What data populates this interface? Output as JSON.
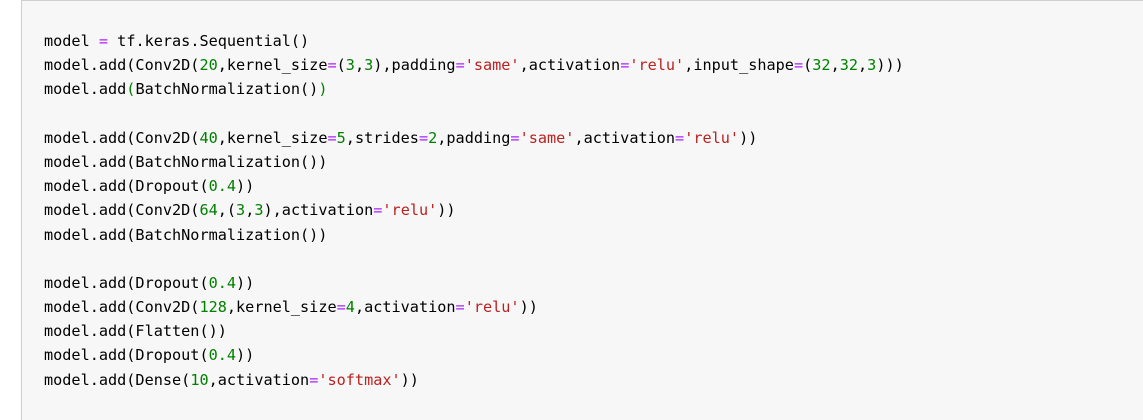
{
  "code_cell": {
    "lines": [
      [
        [
          "plain",
          "model "
        ],
        [
          "op",
          "="
        ],
        [
          "plain",
          " tf.keras.Sequential()"
        ]
      ],
      [
        [
          "plain",
          "model.add(Conv2D("
        ],
        [
          "num",
          "20"
        ],
        [
          "plain",
          ",kernel_size"
        ],
        [
          "op",
          "="
        ],
        [
          "plain",
          "("
        ],
        [
          "num",
          "3"
        ],
        [
          "plain",
          ","
        ],
        [
          "num",
          "3"
        ],
        [
          "plain",
          "),padding"
        ],
        [
          "op",
          "="
        ],
        [
          "str",
          "'same'"
        ],
        [
          "plain",
          ",activation"
        ],
        [
          "op",
          "="
        ],
        [
          "str",
          "'relu'"
        ],
        [
          "plain",
          ",input_shape"
        ],
        [
          "op",
          "="
        ],
        [
          "plain",
          "("
        ],
        [
          "num",
          "32"
        ],
        [
          "plain",
          ","
        ],
        [
          "num",
          "32"
        ],
        [
          "plain",
          ","
        ],
        [
          "num",
          "3"
        ],
        [
          "plain",
          ")))"
        ]
      ],
      [
        [
          "plain",
          "model.add"
        ],
        [
          "match",
          "("
        ],
        [
          "plain",
          "BatchNormalization()"
        ],
        [
          "match",
          ")"
        ]
      ],
      [],
      [
        [
          "plain",
          "model.add(Conv2D("
        ],
        [
          "num",
          "40"
        ],
        [
          "plain",
          ",kernel_size"
        ],
        [
          "op",
          "="
        ],
        [
          "num",
          "5"
        ],
        [
          "plain",
          ",strides"
        ],
        [
          "op",
          "="
        ],
        [
          "num",
          "2"
        ],
        [
          "plain",
          ",padding"
        ],
        [
          "op",
          "="
        ],
        [
          "str",
          "'same'"
        ],
        [
          "plain",
          ",activation"
        ],
        [
          "op",
          "="
        ],
        [
          "str",
          "'relu'"
        ],
        [
          "plain",
          "))"
        ]
      ],
      [
        [
          "plain",
          "model.add(BatchNormalization())"
        ]
      ],
      [
        [
          "plain",
          "model.add(Dropout("
        ],
        [
          "num",
          "0.4"
        ],
        [
          "plain",
          "))"
        ]
      ],
      [
        [
          "plain",
          "model.add(Conv2D("
        ],
        [
          "num",
          "64"
        ],
        [
          "plain",
          ",("
        ],
        [
          "num",
          "3"
        ],
        [
          "plain",
          ","
        ],
        [
          "num",
          "3"
        ],
        [
          "plain",
          "),activation"
        ],
        [
          "op",
          "="
        ],
        [
          "str",
          "'relu'"
        ],
        [
          "plain",
          "))"
        ]
      ],
      [
        [
          "plain",
          "model.add(BatchNormalization())"
        ]
      ],
      [],
      [
        [
          "plain",
          "model.add(Dropout("
        ],
        [
          "num",
          "0.4"
        ],
        [
          "plain",
          "))"
        ]
      ],
      [
        [
          "plain",
          "model.add(Conv2D("
        ],
        [
          "num",
          "128"
        ],
        [
          "plain",
          ",kernel_size"
        ],
        [
          "op",
          "="
        ],
        [
          "num",
          "4"
        ],
        [
          "plain",
          ",activation"
        ],
        [
          "op",
          "="
        ],
        [
          "str",
          "'relu'"
        ],
        [
          "plain",
          "))"
        ]
      ],
      [
        [
          "plain",
          "model.add(Flatten())"
        ]
      ],
      [
        [
          "plain",
          "model.add(Dropout("
        ],
        [
          "num",
          "0.4"
        ],
        [
          "plain",
          "))"
        ]
      ],
      [
        [
          "plain",
          "model.add(Dense("
        ],
        [
          "num",
          "10"
        ],
        [
          "plain",
          ",activation"
        ],
        [
          "op",
          "="
        ],
        [
          "str",
          "'softmax'"
        ],
        [
          "plain",
          "))"
        ]
      ]
    ]
  }
}
